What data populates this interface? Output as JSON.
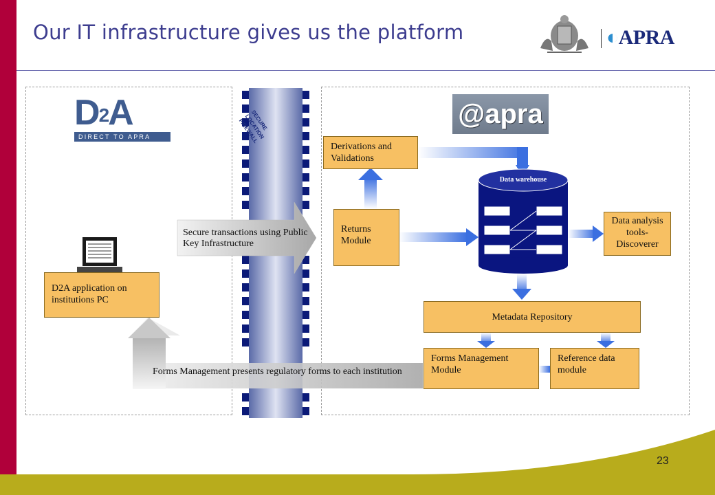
{
  "slide": {
    "title": "Our IT infrastructure gives us the platform",
    "page_number": "23"
  },
  "logos": {
    "apra_text": "APRA",
    "d2a_main": "D",
    "d2a_sup": "2",
    "d2a_tail": "A",
    "d2a_strip": "DIRECT TO APRA",
    "at_apra": "@apra"
  },
  "firewall": {
    "line1": "SECURE",
    "line2": "LOCATION",
    "line3": "FIREWALL"
  },
  "diagram": {
    "d2a_app": "D2A application on institutions PC",
    "secure_transactions": "Secure transactions using Public Key Infrastructure",
    "forms_presents": "Forms Management presents regulatory forms to each institution",
    "derivations": "Derivations and Validations",
    "returns": "Returns Module",
    "data_warehouse": "Data warehouse",
    "data_analysis": "Data analysis tools- Discoverer",
    "metadata": "Metadata Repository",
    "forms_module": "Forms Management Module",
    "reference_data": "Reference data module"
  },
  "colors": {
    "left_bar": "#b0003a",
    "title": "#3d3d8f",
    "box_fill": "#f7c063",
    "warehouse": "#0a1580",
    "arrow_blue": "#3b6fe0",
    "footer_olive": "#b8ac1c"
  }
}
